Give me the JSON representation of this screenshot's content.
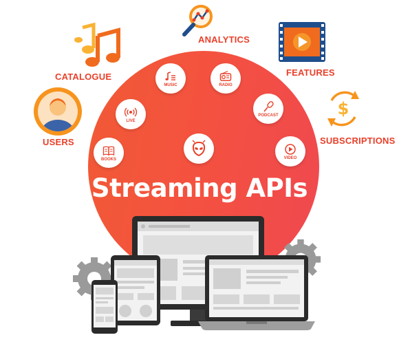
{
  "title": "Streaming APIs",
  "outer": {
    "analytics": "ANALYTICS",
    "catalogue": "CATALOGUE",
    "features": "FEATURES",
    "users": "USERS",
    "subscriptions": "SUBSCRIPTIONS"
  },
  "inner": {
    "music": "MUSIC",
    "radio": "RADIO",
    "live": "LIVE",
    "podcast": "PODCAST",
    "books": "BOOKS",
    "video": "VIDEO"
  },
  "colors": {
    "accent": "#e8402a",
    "circle": "#f25245",
    "orange": "#f7941d",
    "blue": "#1f4e8c"
  },
  "icons": [
    "alien-logo-icon",
    "music-icon",
    "radio-icon",
    "live-icon",
    "podcast-icon",
    "books-icon",
    "video-icon",
    "analytics-icon",
    "music-notes-icon",
    "film-play-icon",
    "user-avatar-icon",
    "subscription-dollar-icon",
    "gear-icon"
  ]
}
